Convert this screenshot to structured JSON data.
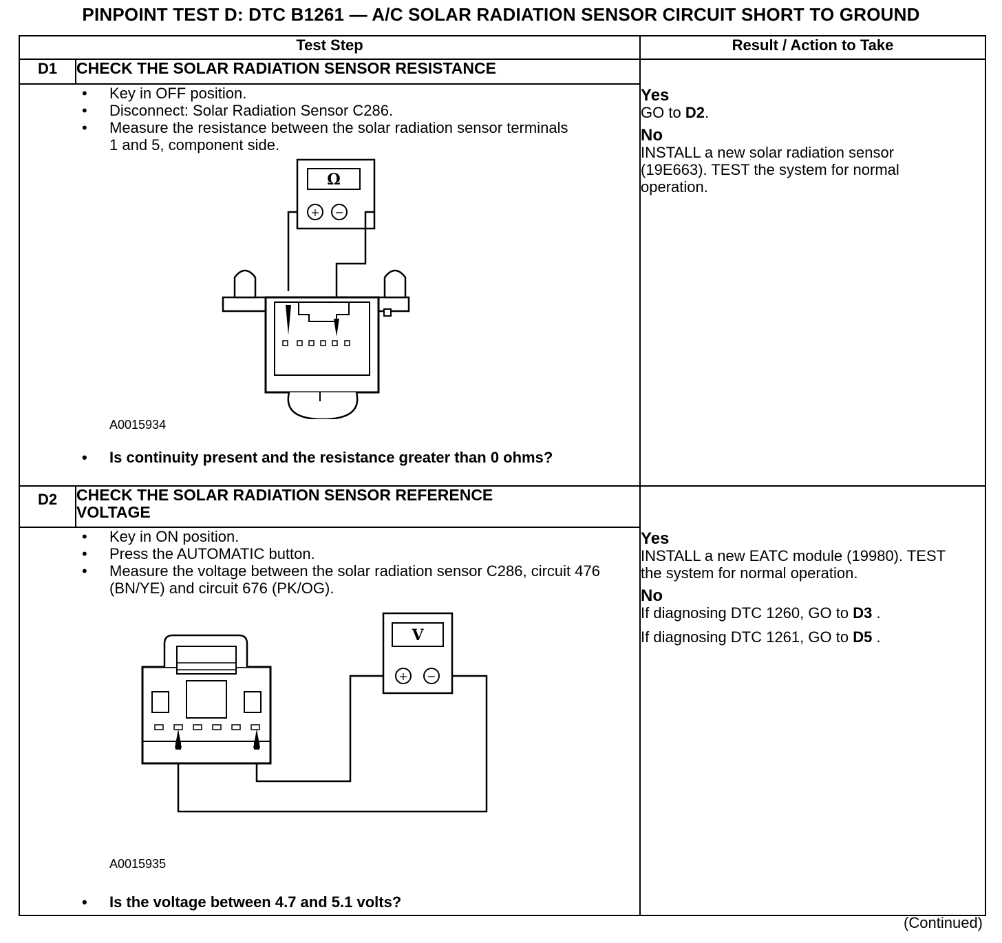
{
  "title": "PINPOINT TEST D: DTC B1261 — A/C SOLAR RADIATION SENSOR CIRCUIT SHORT TO GROUND",
  "headers": {
    "test_step": "Test Step",
    "result": "Result / Action to Take"
  },
  "d1": {
    "id": "D1",
    "heading": "CHECK THE SOLAR RADIATION SENSOR RESISTANCE",
    "steps": [
      "Key in OFF position.",
      "Disconnect: Solar Radiation Sensor C286.",
      "Measure the resistance between the solar radiation sensor terminals 1 and 5, component side."
    ],
    "meter_symbol": "Ω",
    "figure_id": "A0015934",
    "question": "Is continuity present and the resistance greater than 0 ohms?",
    "yes_label": "Yes",
    "yes_text": "GO to",
    "yes_target": "D2",
    "yes_suffix": ".",
    "no_label": "No",
    "no_text": "INSTALL a new solar radiation sensor (19E663). TEST the system for normal operation."
  },
  "d2": {
    "id": "D2",
    "heading_line1": "CHECK THE SOLAR RADIATION SENSOR REFERENCE",
    "heading_line2": "VOLTAGE",
    "steps": [
      "Key in ON position.",
      "Press the AUTOMATIC button.",
      "Measure the voltage between the solar radiation sensor C286, circuit 476 (BN/YE) and circuit 676 (PK/OG)."
    ],
    "meter_symbol": "V",
    "figure_id": "A0015935",
    "question": "Is the voltage between 4.7 and 5.1 volts?",
    "yes_label": "Yes",
    "yes_text": "INSTALL a new EATC module (19980). TEST the system for normal operation.",
    "no_label": "No",
    "no_line1_text": "If diagnosing DTC 1260, GO to",
    "no_line1_target": "D3",
    "no_line1_suffix": " .",
    "no_line2_text": "If diagnosing DTC 1261, GO to",
    "no_line2_target": "D5",
    "no_line2_suffix": " ."
  },
  "footer": {
    "continued": "(Continued)"
  }
}
